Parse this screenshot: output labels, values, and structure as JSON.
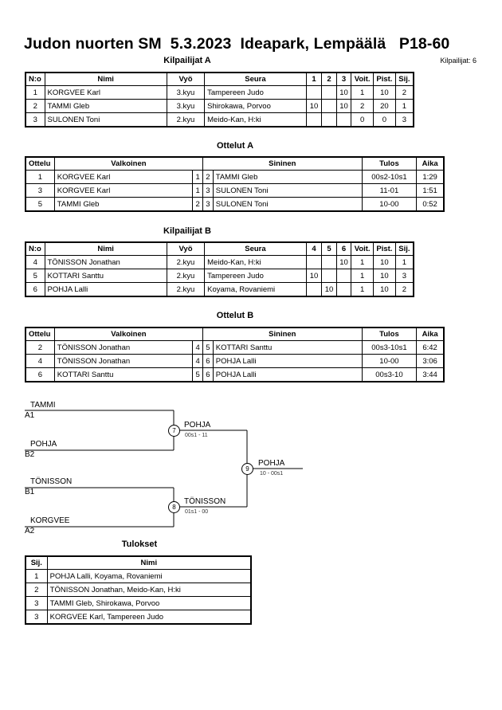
{
  "header": {
    "title": "Judon nuorten SM  5.3.2023  Ideapark, Lempäälä   P18-60",
    "participants": "Kilpailijat: 6"
  },
  "poolA": {
    "title": "Kilpailijat A",
    "headers": [
      "N:o",
      "Nimi",
      "Vyö",
      "Seura",
      "1",
      "2",
      "3",
      "Voit.",
      "Pist.",
      "Sij."
    ],
    "rows": [
      [
        "1",
        "KORGVEE Karl",
        "3.kyu",
        "Tampereen Judo",
        "",
        "",
        "10",
        "1",
        "10",
        "2"
      ],
      [
        "2",
        "TAMMI Gleb",
        "3.kyu",
        "Shirokawa, Porvoo",
        "10",
        "",
        "10",
        "2",
        "20",
        "1"
      ],
      [
        "3",
        "SULONEN Toni",
        "2.kyu",
        "Meido-Kan, H:ki",
        "",
        "",
        "",
        "0",
        "0",
        "3"
      ]
    ]
  },
  "matchesA": {
    "title": "Ottelut A",
    "headers": [
      "Ottelu",
      "Valkoinen",
      "Sininen",
      "Tulos",
      "Aika"
    ],
    "rows": [
      [
        "1",
        "KORGVEE Karl",
        "1",
        "2",
        "TAMMI Gleb",
        "00s2-10s1",
        "1:29"
      ],
      [
        "3",
        "KORGVEE Karl",
        "1",
        "3",
        "SULONEN Toni",
        "11-01",
        "1:51"
      ],
      [
        "5",
        "TAMMI Gleb",
        "2",
        "3",
        "SULONEN Toni",
        "10-00",
        "0:52"
      ]
    ]
  },
  "poolB": {
    "title": "Kilpailijat B",
    "headers": [
      "N:o",
      "Nimi",
      "Vyö",
      "Seura",
      "4",
      "5",
      "6",
      "Voit.",
      "Pist.",
      "Sij."
    ],
    "rows": [
      [
        "4",
        "TÖNISSON Jonathan",
        "2.kyu",
        "Meido-Kan, H:ki",
        "",
        "",
        "10",
        "1",
        "10",
        "1"
      ],
      [
        "5",
        "KOTTARI Santtu",
        "2.kyu",
        "Tampereen Judo",
        "10",
        "",
        "",
        "1",
        "10",
        "3"
      ],
      [
        "6",
        "POHJA Lalli",
        "2.kyu",
        "Koyama, Rovaniemi",
        "",
        "10",
        "",
        "1",
        "10",
        "2"
      ]
    ]
  },
  "matchesB": {
    "title": "Ottelut B",
    "headers": [
      "Ottelu",
      "Valkoinen",
      "Sininen",
      "Tulos",
      "Aika"
    ],
    "rows": [
      [
        "2",
        "TÖNISSON Jonathan",
        "4",
        "5",
        "KOTTARI Santtu",
        "00s3-10s1",
        "6:42"
      ],
      [
        "4",
        "TÖNISSON Jonathan",
        "4",
        "6",
        "POHJA Lalli",
        "10-00",
        "3:06"
      ],
      [
        "6",
        "KOTTARI Santtu",
        "5",
        "6",
        "POHJA Lalli",
        "00s3-10",
        "3:44"
      ]
    ]
  },
  "bracket": {
    "top1": {
      "name": "TAMMI",
      "slot": "A1"
    },
    "top2": {
      "name": "POHJA",
      "slot": "B2"
    },
    "bot1": {
      "name": "TÖNISSON",
      "slot": "B1"
    },
    "bot2": {
      "name": "KORGVEE",
      "slot": "A2"
    },
    "semi1": {
      "no": "7",
      "winner": "POHJA",
      "score": "00s1 - 11"
    },
    "semi2": {
      "no": "8",
      "winner": "TÖNISSON",
      "score": "01s1 - 00"
    },
    "final": {
      "no": "9",
      "winner": "POHJA",
      "score": "10 - 00s1"
    }
  },
  "results": {
    "title": "Tulokset",
    "headers": [
      "Sij.",
      "Nimi"
    ],
    "rows": [
      [
        "1",
        "POHJA Lalli, Koyama, Rovaniemi"
      ],
      [
        "2",
        "TÖNISSON Jonathan, Meido-Kan, H:ki"
      ],
      [
        "3",
        "TAMMI Gleb, Shirokawa, Porvoo"
      ],
      [
        "3",
        "KORGVEE Karl, Tampereen Judo"
      ]
    ]
  }
}
